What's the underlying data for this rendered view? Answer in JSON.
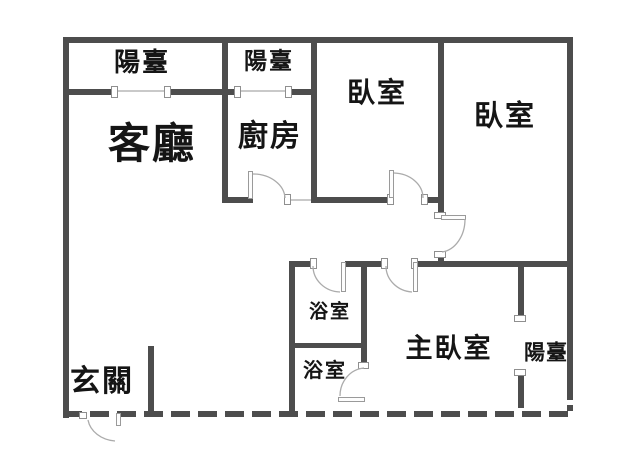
{
  "plan": {
    "type": "apartment-floor-plan",
    "wall_color": "#4d4d4d",
    "door_arc_color": "#ababab",
    "label_color": "#151515",
    "labels": {
      "balcony_nw": "陽臺",
      "balcony_n": "陽臺",
      "living_room": "客廳",
      "kitchen": "廚房",
      "bedroom_1": "臥室",
      "bedroom_2": "臥室",
      "bathroom_1": "浴室",
      "bathroom_2": "浴室",
      "master_bedroom": "主臥室",
      "balcony_e": "陽臺",
      "entryway": "玄關"
    }
  }
}
